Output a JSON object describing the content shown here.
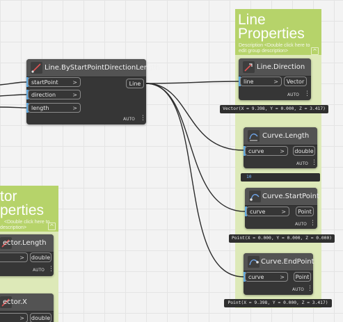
{
  "groups": {
    "line_properties": {
      "title_line1": "Line",
      "title_line2": "Properties",
      "desc_line1": "Description <Double click here to",
      "desc_line2": "edit group description>"
    },
    "vector_properties": {
      "title_line1": "tor",
      "title_line2": "perties",
      "desc_line1": "<Double click here to",
      "desc_line2": "description>"
    }
  },
  "nodes": {
    "line_by_start": {
      "title": "Line.ByStartPointDirectionLength",
      "inputs": [
        "startPoint",
        "direction",
        "length"
      ],
      "output": "Line",
      "lacing": "AUTO"
    },
    "line_direction": {
      "title": "Line.Direction",
      "input": "line",
      "output": "Vector",
      "lacing": "AUTO",
      "preview": "Vector(X = 9.398, Y = 0.000, Z = 3.417)"
    },
    "curve_length": {
      "title": "Curve.Length",
      "input": "curve",
      "output": "double",
      "lacing": "AUTO",
      "preview": "10"
    },
    "curve_startpoint": {
      "title": "Curve.StartPoint",
      "input": "curve",
      "output": "Point",
      "lacing": "AUTO",
      "preview": "Point(X = 0.000, Y = 0.000, Z = 0.000)"
    },
    "curve_endpoint": {
      "title": "Curve.EndPoint",
      "input": "curve",
      "output": "Point",
      "lacing": "AUTO",
      "preview": "Point(X = 9.398, Y = 0.000, Z = 3.417)"
    },
    "vector_length": {
      "title": "ector.Length",
      "output": "double",
      "lacing": "AUTO"
    },
    "vector_x": {
      "title": "ector.X",
      "output": "double"
    }
  },
  "symbols": {
    "arrow": ">",
    "collapse": "^",
    "menu": "⋮"
  },
  "colors": {
    "group_header": "#b6d36a",
    "group_body": "#dde9b8",
    "node_body": "#363636",
    "node_header": "#535353",
    "port_stripe": "#5ea8df",
    "wire": "#2b2b2b",
    "number_preview": "#79b8ff"
  },
  "icons": [
    "line-icon",
    "line-direction-icon",
    "curve-length-icon",
    "curve-startpoint-icon",
    "curve-endpoint-icon",
    "vector-length-icon",
    "vector-x-icon"
  ]
}
